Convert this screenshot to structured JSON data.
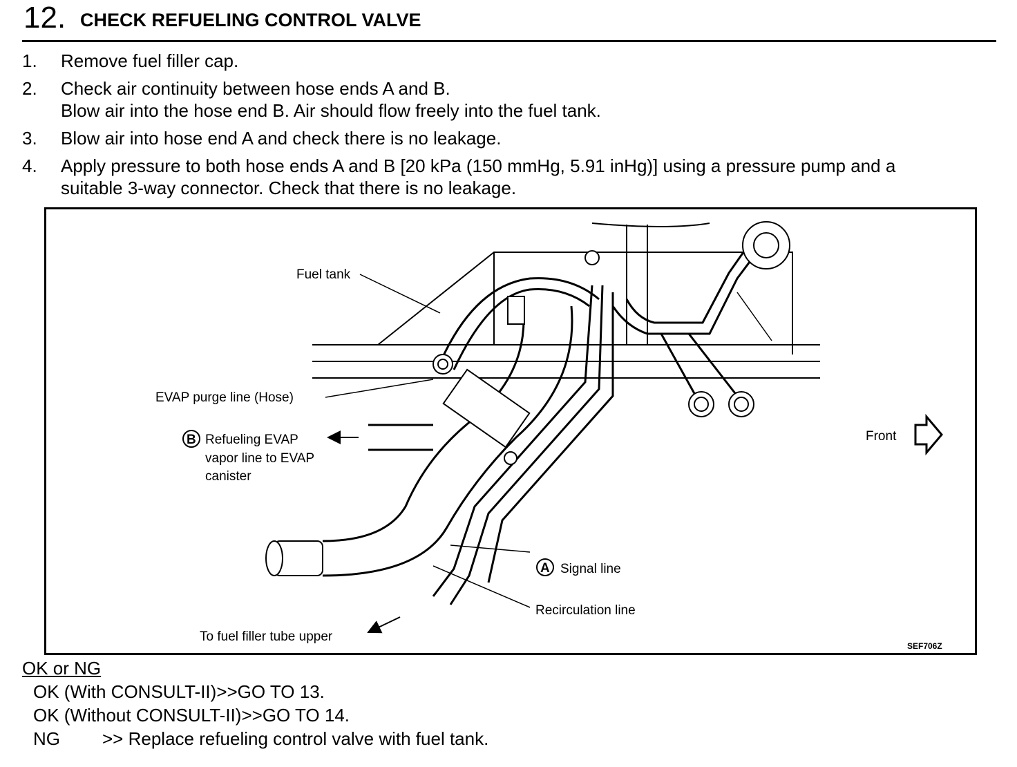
{
  "header": {
    "number": "12.",
    "title": "CHECK REFUELING CONTROL VALVE"
  },
  "steps": [
    {
      "n": "1.",
      "lines": [
        "Remove fuel filler cap."
      ]
    },
    {
      "n": "2.",
      "lines": [
        "Check air continuity between hose ends A and B.",
        "Blow air into the hose end B. Air should flow freely into the fuel tank."
      ]
    },
    {
      "n": "3.",
      "lines": [
        "Blow air into hose end A and check there is no leakage."
      ]
    },
    {
      "n": "4.",
      "lines": [
        "Apply pressure to both hose ends A and B [20 kPa (150 mmHg, 5.91 inHg)] using a pressure pump and a",
        "suitable 3-way connector. Check that there is no leakage."
      ]
    }
  ],
  "figure": {
    "labels": {
      "fuel_tank": "Fuel tank",
      "evap_purge": "EVAP purge line (Hose)",
      "refuel_marker": "B",
      "refuel_line1": "Refueling EVAP",
      "refuel_line2": "vapor line to EVAP",
      "refuel_line3": "canister",
      "front": "Front",
      "signal_marker": "A",
      "signal": "Signal line",
      "recirc": "Recirculation line",
      "filler": "To fuel filler tube upper",
      "code": "SEF706Z"
    }
  },
  "result": {
    "heading": "OK or NG",
    "lines": [
      {
        "key": "OK (With CONSULT-II)",
        "text": ">>GO TO 13."
      },
      {
        "key": "OK (Without CONSULT-II)",
        "text": ">>GO TO 14."
      },
      {
        "key": "NG",
        "text": ">> Replace refueling control valve with fuel tank."
      }
    ]
  }
}
